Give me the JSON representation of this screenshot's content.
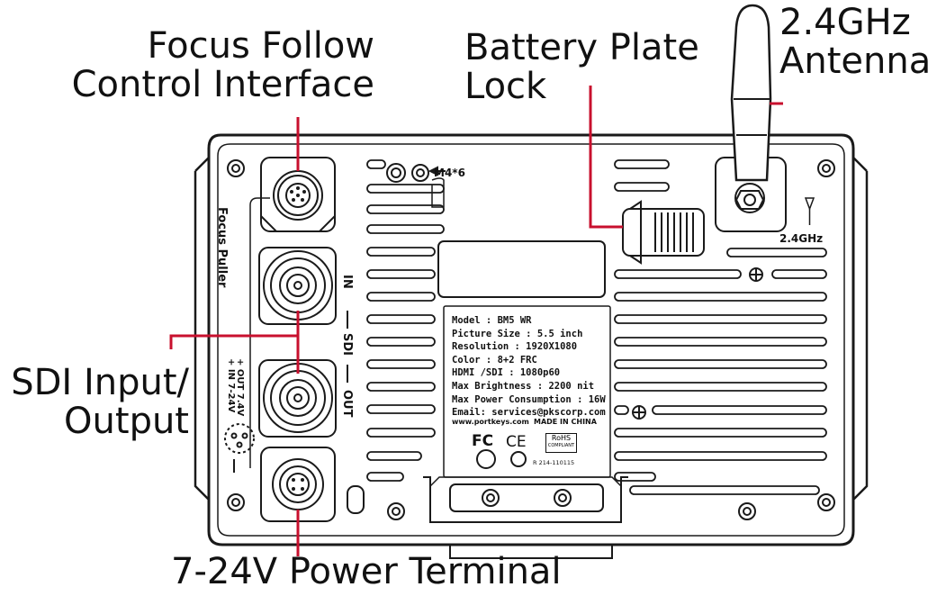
{
  "callouts": {
    "focus_follow": [
      "Focus Follow",
      "Control Interface"
    ],
    "battery_plate": [
      "Battery Plate",
      "Lock"
    ],
    "antenna": [
      "2.4GHz",
      "Antenna"
    ],
    "sdi": [
      "SDI Input/",
      "Output"
    ],
    "power": "7-24V Power Terminal"
  },
  "panel_labels": {
    "m4": "M4*6",
    "ghz": "2.4GHz",
    "focus_puller": "Focus Puller",
    "in": "IN",
    "sdi": "SDI",
    "out": "OUT",
    "power_out": "+ OUT 7.4V",
    "power_in": "+ IN 7-24V"
  },
  "spec_plate": {
    "lines": [
      "Model : BM5 WR",
      "Picture Size : 5.5 inch",
      "Resolution : 1920X1080",
      "Color : 8+2 FRC",
      "HDMI /SDI : 1080p60",
      "Max Brightness : 2200 nit",
      "Max Power Consumption : 16W",
      "Email: services@pkscorp.com"
    ],
    "website": "www.portkeys.com",
    "made_in": "MADE IN CHINA",
    "fc": "FC",
    "ce": "CE",
    "rohs": [
      "RoHS",
      "COMPLIANT"
    ],
    "cert_code": "R 214-110115"
  },
  "colors": {
    "leader": "#c8102e",
    "line": "#1a1a1a"
  }
}
